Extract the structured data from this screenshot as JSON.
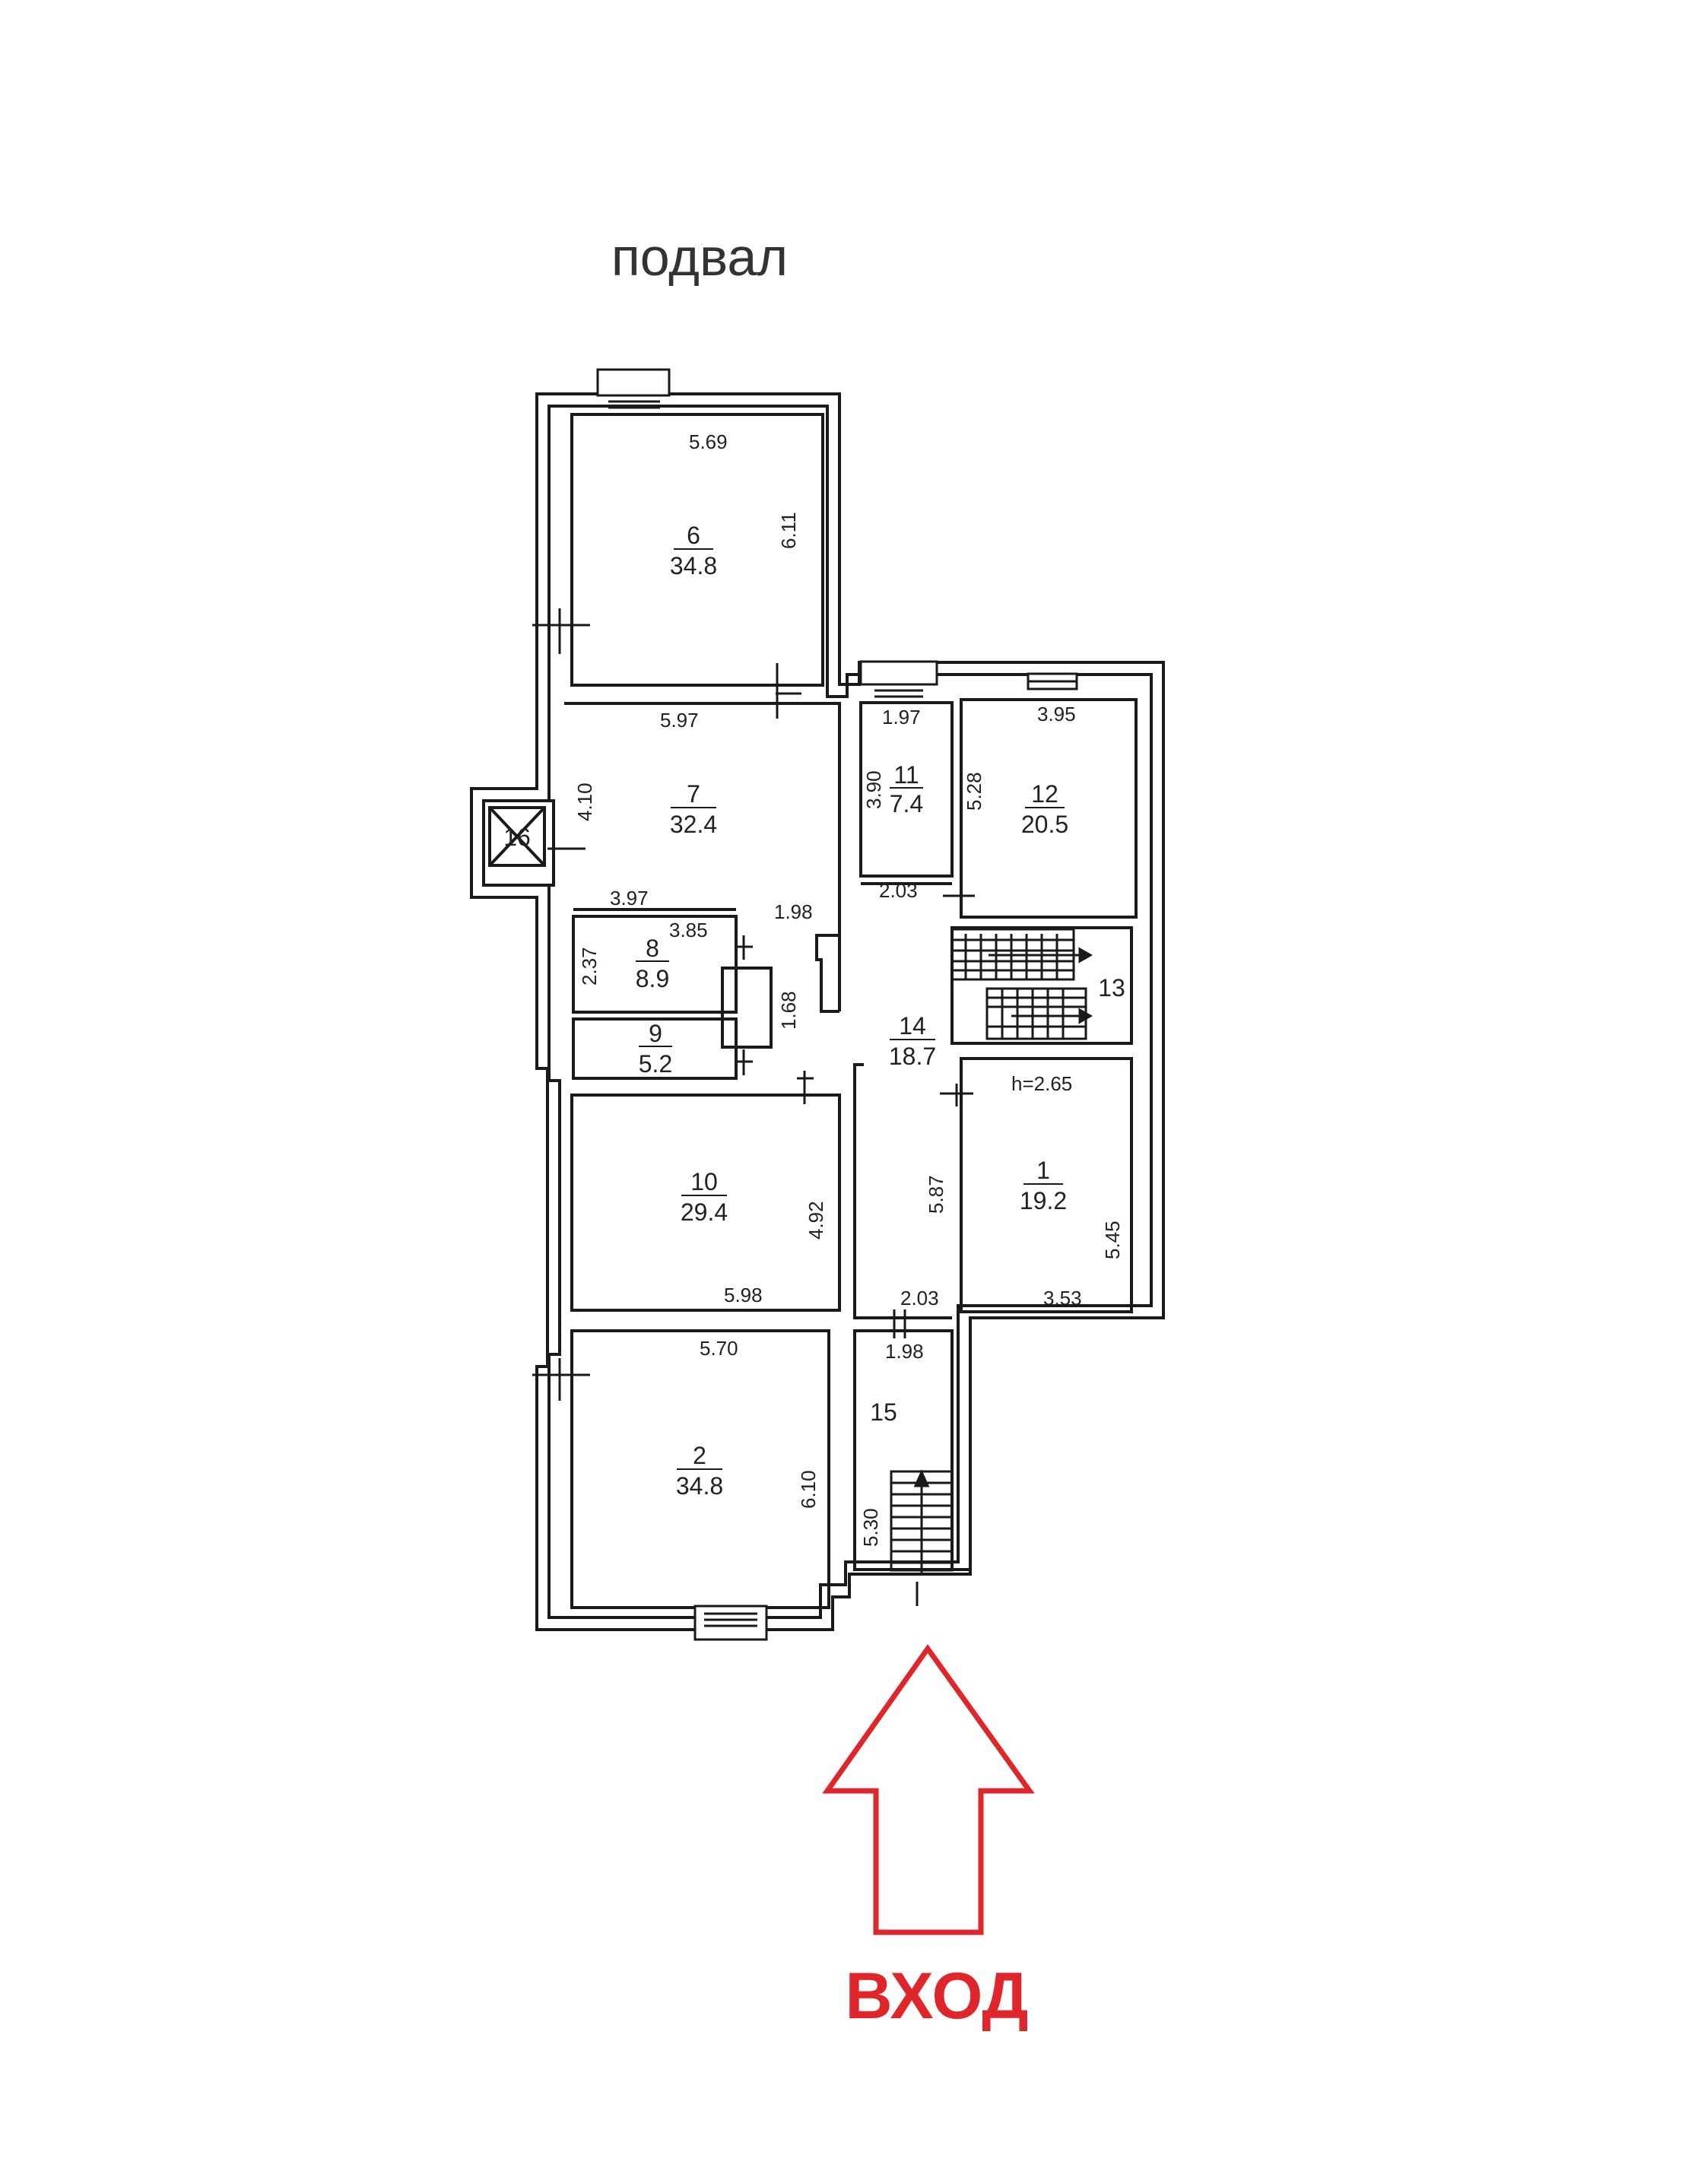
{
  "page": {
    "title": "подвал",
    "entrance_label": "ВХОД"
  },
  "colors": {
    "line": "#1a1a1a",
    "arrow": "#e0262b",
    "text": "#222222",
    "title": "#333333"
  },
  "rooms": [
    {
      "id": "r6",
      "number": "6",
      "area": "34.8"
    },
    {
      "id": "r7",
      "number": "7",
      "area": "32.4"
    },
    {
      "id": "r8",
      "number": "8",
      "area": "8.9"
    },
    {
      "id": "r9",
      "number": "9",
      "area": "5.2"
    },
    {
      "id": "r10",
      "number": "10",
      "area": "29.4"
    },
    {
      "id": "r2",
      "number": "2",
      "area": "34.8"
    },
    {
      "id": "r11",
      "number": "11",
      "area": "7.4"
    },
    {
      "id": "r12",
      "number": "12",
      "area": "20.5"
    },
    {
      "id": "r14",
      "number": "14",
      "area": "18.7"
    },
    {
      "id": "r1",
      "number": "1",
      "area": "19.2"
    },
    {
      "id": "r13",
      "number": "13",
      "area": ""
    },
    {
      "id": "r15",
      "number": "15",
      "area": ""
    },
    {
      "id": "r16",
      "number": "16",
      "area": ""
    }
  ],
  "dimensions": {
    "r6_width": "5.69",
    "r6_height": "6.11",
    "r7_width": "5.97",
    "r7_height": "4.10",
    "r7_bottom": "3.97",
    "r7_side": "1.98",
    "r8_width": "3.85",
    "r8_height": "2.37",
    "shaft_height": "1.68",
    "r10_height": "4.92",
    "r10_width": "5.98",
    "r2_width": "5.70",
    "r2_height": "6.10",
    "r11_width": "1.97",
    "r11_height": "3.90",
    "r12_width": "3.95",
    "r12_height": "5.28",
    "hall_width_top": "2.03",
    "r1_ceiling": "h=2.65",
    "hall_height": "5.87",
    "r1_height": "5.45",
    "hall_width_bottom": "2.03",
    "r1_width": "3.53",
    "r15_width": "1.98",
    "r15_height": "5.30"
  }
}
